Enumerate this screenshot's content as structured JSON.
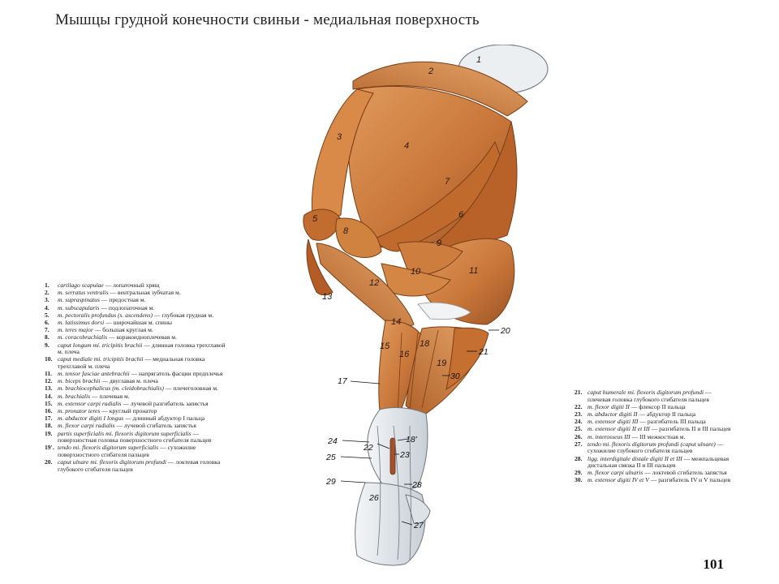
{
  "title": "Мышцы грудной конечности свиньи - медиальная поверхность",
  "page_number": "101",
  "figure": {
    "muscle_labels": [
      "1",
      "2",
      "3",
      "4",
      "5",
      "6",
      "7",
      "8",
      "9",
      "10",
      "11",
      "12",
      "13",
      "14",
      "15",
      "16",
      "17",
      "18",
      "19",
      "20",
      "21",
      "29"
    ],
    "pointer_labels": [
      "17",
      "18'",
      "20",
      "21",
      "22",
      "23",
      "24",
      "25",
      "26",
      "27",
      "28",
      "29",
      "30"
    ],
    "colors": {
      "muscle": "#c9773a",
      "muscle_dark": "#8a4a1e",
      "tendon": "#d8dde2",
      "cartilage": "#e9ecef"
    }
  },
  "legend_left": [
    {
      "num": "1.",
      "latin": "cartilago scapulae",
      "ru": " — лопаточный хрящ"
    },
    {
      "num": "2.",
      "latin": "m. serratus ventralis",
      "ru": " — вентральная зубчатая м."
    },
    {
      "num": "3.",
      "latin": "m. supraspinatus",
      "ru": " — предостная м."
    },
    {
      "num": "4.",
      "latin": "m. subscapularis",
      "ru": " — подлопаточная м."
    },
    {
      "num": "5.",
      "latin": "m. pectoralis profundus (s. ascendens)",
      "ru": " — глубокая грудная м."
    },
    {
      "num": "6.",
      "latin": "m. latissimus dorsi",
      "ru": " — широчайшая м. спины"
    },
    {
      "num": "7.",
      "latin": "m. teres major",
      "ru": " — большая круглая м."
    },
    {
      "num": "8.",
      "latin": "m. coracobrachialis",
      "ru": " — коракоидноплечевая м."
    },
    {
      "num": "9.",
      "latin": "caput longum mi. tricipitis brachii",
      "ru": " — длинная головка трехглавой м. плеча"
    },
    {
      "num": "10.",
      "latin": "caput mediale mi. tricipitis brachii",
      "ru": " — медиальная головка трехглавой м. плеча"
    },
    {
      "num": "11.",
      "latin": "m. tensor fasciae antebrachii",
      "ru": " — напрягатель фасции предплечья"
    },
    {
      "num": "12.",
      "latin": "m. biceps brachii",
      "ru": " — двуглавая м. плеча"
    },
    {
      "num": "13.",
      "latin": "m. brachiocephalicus (m. cleidobrachialis)",
      "ru": " — плечеголовная м."
    },
    {
      "num": "14.",
      "latin": "m. brachialis",
      "ru": " — плечевая м."
    },
    {
      "num": "15.",
      "latin": "m. extensor carpi radialis",
      "ru": " — лучевой разгибатель запястья"
    },
    {
      "num": "16.",
      "latin": "m. pronator teres",
      "ru": " — круглый пронатор"
    },
    {
      "num": "17.",
      "latin": "m. abductor digiti I longus",
      "ru": " — длинный абдуктор I пальца"
    },
    {
      "num": "18.",
      "latin": "m. flexor carpi radialis",
      "ru": " — лучевой сгибатель запястья"
    },
    {
      "num": "19.",
      "latin": "partis superficialis mi. flexoris digitorum superficialis",
      "ru": " — поверхностная головка поверхностного сгибателя пальцев"
    },
    {
      "num": "19'.",
      "latin": "tendo mi. flexoris digitorum superficialis",
      "ru": " — сухожилие поверхностного сгибателя пальцев"
    },
    {
      "num": "20.",
      "latin": "caput ulnare mi. flexoris digitorum profundi",
      "ru": " — локтевая головка глубокого сгибателя пальцев"
    }
  ],
  "legend_right": [
    {
      "num": "21.",
      "latin": "caput humerale mi. flexoris digitorum profundi",
      "ru": " — плечевая головка глубокого сгибателя пальцев"
    },
    {
      "num": "22.",
      "latin": "m. flexor digiti II",
      "ru": " — флексор II пальца"
    },
    {
      "num": "23.",
      "latin": "m. abductor digiti II",
      "ru": " — абдуктор II пальца"
    },
    {
      "num": "24.",
      "latin": "m. extensor digiti III",
      "ru": " — разгибатель III пальца"
    },
    {
      "num": "25.",
      "latin": "m. extensor digiti II et III",
      "ru": " — разгибатель II и III пальцев"
    },
    {
      "num": "26.",
      "latin": "m. interosseus III",
      "ru": " — III межкостная м."
    },
    {
      "num": "27.",
      "latin": "tendo mi. flexoris digitorum profundi (caput ulnare)",
      "ru": " — сухожилие глубокого сгибателя пальцев"
    },
    {
      "num": "28.",
      "latin": "ligg. interdigitale distale digiti II et III",
      "ru": " — межпальцевая дистальная связка II и III пальцев"
    },
    {
      "num": "29.",
      "latin": "m. flexor carpi ulnaris",
      "ru": " — локтевой сгибатель запястья"
    },
    {
      "num": "30.",
      "latin": "m. extensor digiti IV et V",
      "ru": " — разгибатель IV и V пальцев"
    }
  ]
}
